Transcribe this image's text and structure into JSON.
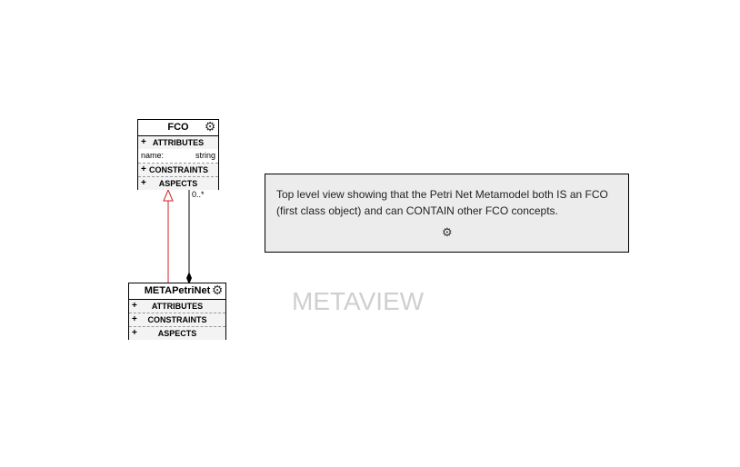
{
  "fco": {
    "title": "FCO",
    "sections": {
      "attributes": "ATTRIBUTES",
      "constraints": "CONSTRAINTS",
      "aspects": "ASPECTS"
    },
    "attribute": {
      "name": "name:",
      "type": "string"
    },
    "plus": "+"
  },
  "meta": {
    "title": "METAPetriNet",
    "sections": {
      "attributes": "ATTRIBUTES",
      "constraints": "CONSTRAINTS",
      "aspects": "ASPECTS"
    },
    "plus": "+"
  },
  "association": {
    "multiplicity": "0..*"
  },
  "annotation": {
    "text": "Top level view showing that the Petri Net Metamodel both IS an FCO (first class object) and can CONTAIN other FCO concepts."
  },
  "watermark": "METAVIEW",
  "icons": {
    "gear": "gear-icon"
  },
  "colors": {
    "inheritance": "#d22222",
    "containment": "#000000",
    "annotation_bg": "#ececec"
  }
}
